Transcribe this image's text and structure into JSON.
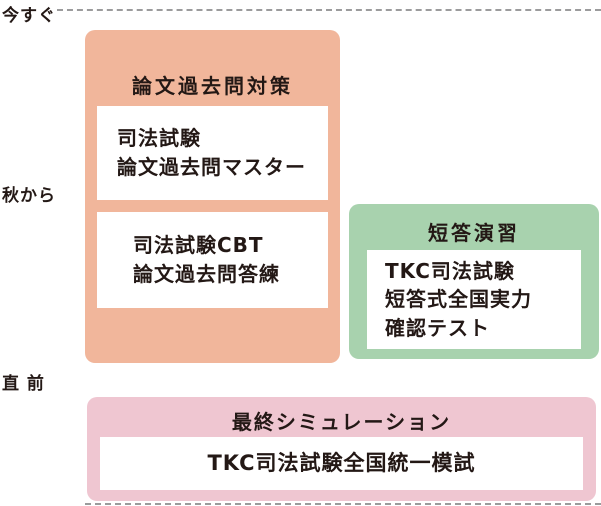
{
  "page": {
    "background": "#FFFFFF",
    "text_color": "#231815",
    "dash_color": "#9B9B9C"
  },
  "timeline": {
    "labels": [
      {
        "id": "now",
        "text": "今すぐ"
      },
      {
        "id": "from-autumn",
        "text": "秋から"
      },
      {
        "id": "just-before",
        "text": "直 前"
      }
    ]
  },
  "groups": [
    {
      "id": "essay-past-questions",
      "title": "論文過去問対策",
      "color": "#F1B69B",
      "cards": [
        {
          "lines": [
            "司法試験",
            "論文過去問マスター"
          ]
        },
        {
          "lines": [
            "司法試験CBT",
            "論文過去問答練"
          ]
        }
      ]
    },
    {
      "id": "short-answer-practice",
      "title": "短答演習",
      "color": "#A8D2AE",
      "cards": [
        {
          "lines": [
            "TKC司法試験",
            "短答式全国実力",
            "確認テスト"
          ]
        }
      ]
    },
    {
      "id": "final-simulation",
      "title": "最終シミュレーション",
      "color": "#EFC6D1",
      "cards": [
        {
          "lines": [
            "TKC司法試験全国統一模試"
          ]
        }
      ]
    }
  ]
}
